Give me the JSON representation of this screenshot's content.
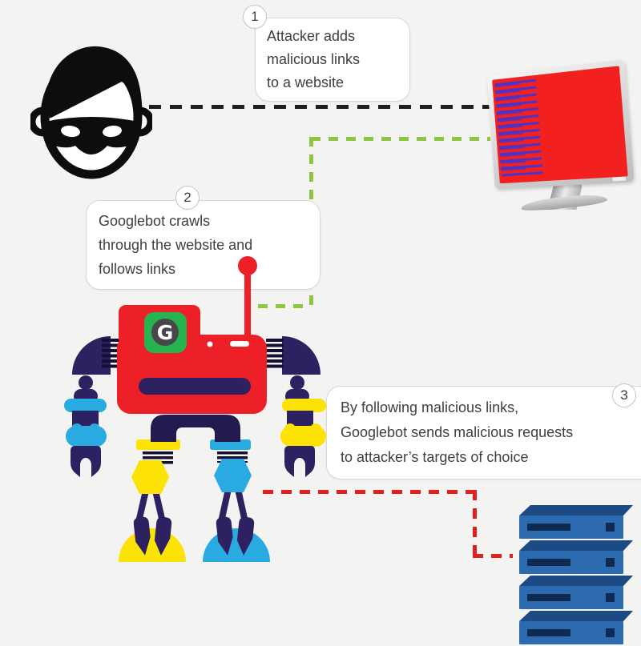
{
  "page": {
    "background": "#f3f3f1",
    "title": "Googlebot malicious-link crawling attack flow"
  },
  "steps": [
    {
      "number": "1",
      "lines": [
        "Attacker adds",
        "malicious links",
        "to a website"
      ]
    },
    {
      "number": "2",
      "lines": [
        "Googlebot crawls",
        "through the website and",
        "follows links"
      ]
    },
    {
      "number": "3",
      "lines": [
        "By following malicious links,",
        "Googlebot sends malicious requests",
        "to attacker’s targets of choice"
      ]
    }
  ],
  "robot": {
    "logo_letter": "G"
  },
  "icons": {
    "attacker": "masked-attacker-icon",
    "website": "compromised-website-monitor-icon",
    "googlebot": "googlebot-robot-icon",
    "targets": "target-server-stack-icon"
  },
  "colors": {
    "background": "#f3f3f1",
    "connector_step1": "#1f1f1f",
    "connector_step2": "#8dc63f",
    "connector_step3": "#e0201f",
    "robot_red": "#ed2028",
    "robot_navy": "#2e2161",
    "robot_blue": "#29abe2",
    "robot_yellow": "#fde305",
    "logo_green": "#27b34f",
    "logo_circle_gray": "#47474b",
    "monitor_screen_red": "#f32020",
    "monitor_text_blue": "#4034d6",
    "server_blue_front": "#2d6bb0",
    "server_blue_top": "#1b4a85",
    "server_slot_navy": "#0f2a50",
    "bubble_border": "#d8d8d8",
    "text_color": "#3f3f3f"
  }
}
